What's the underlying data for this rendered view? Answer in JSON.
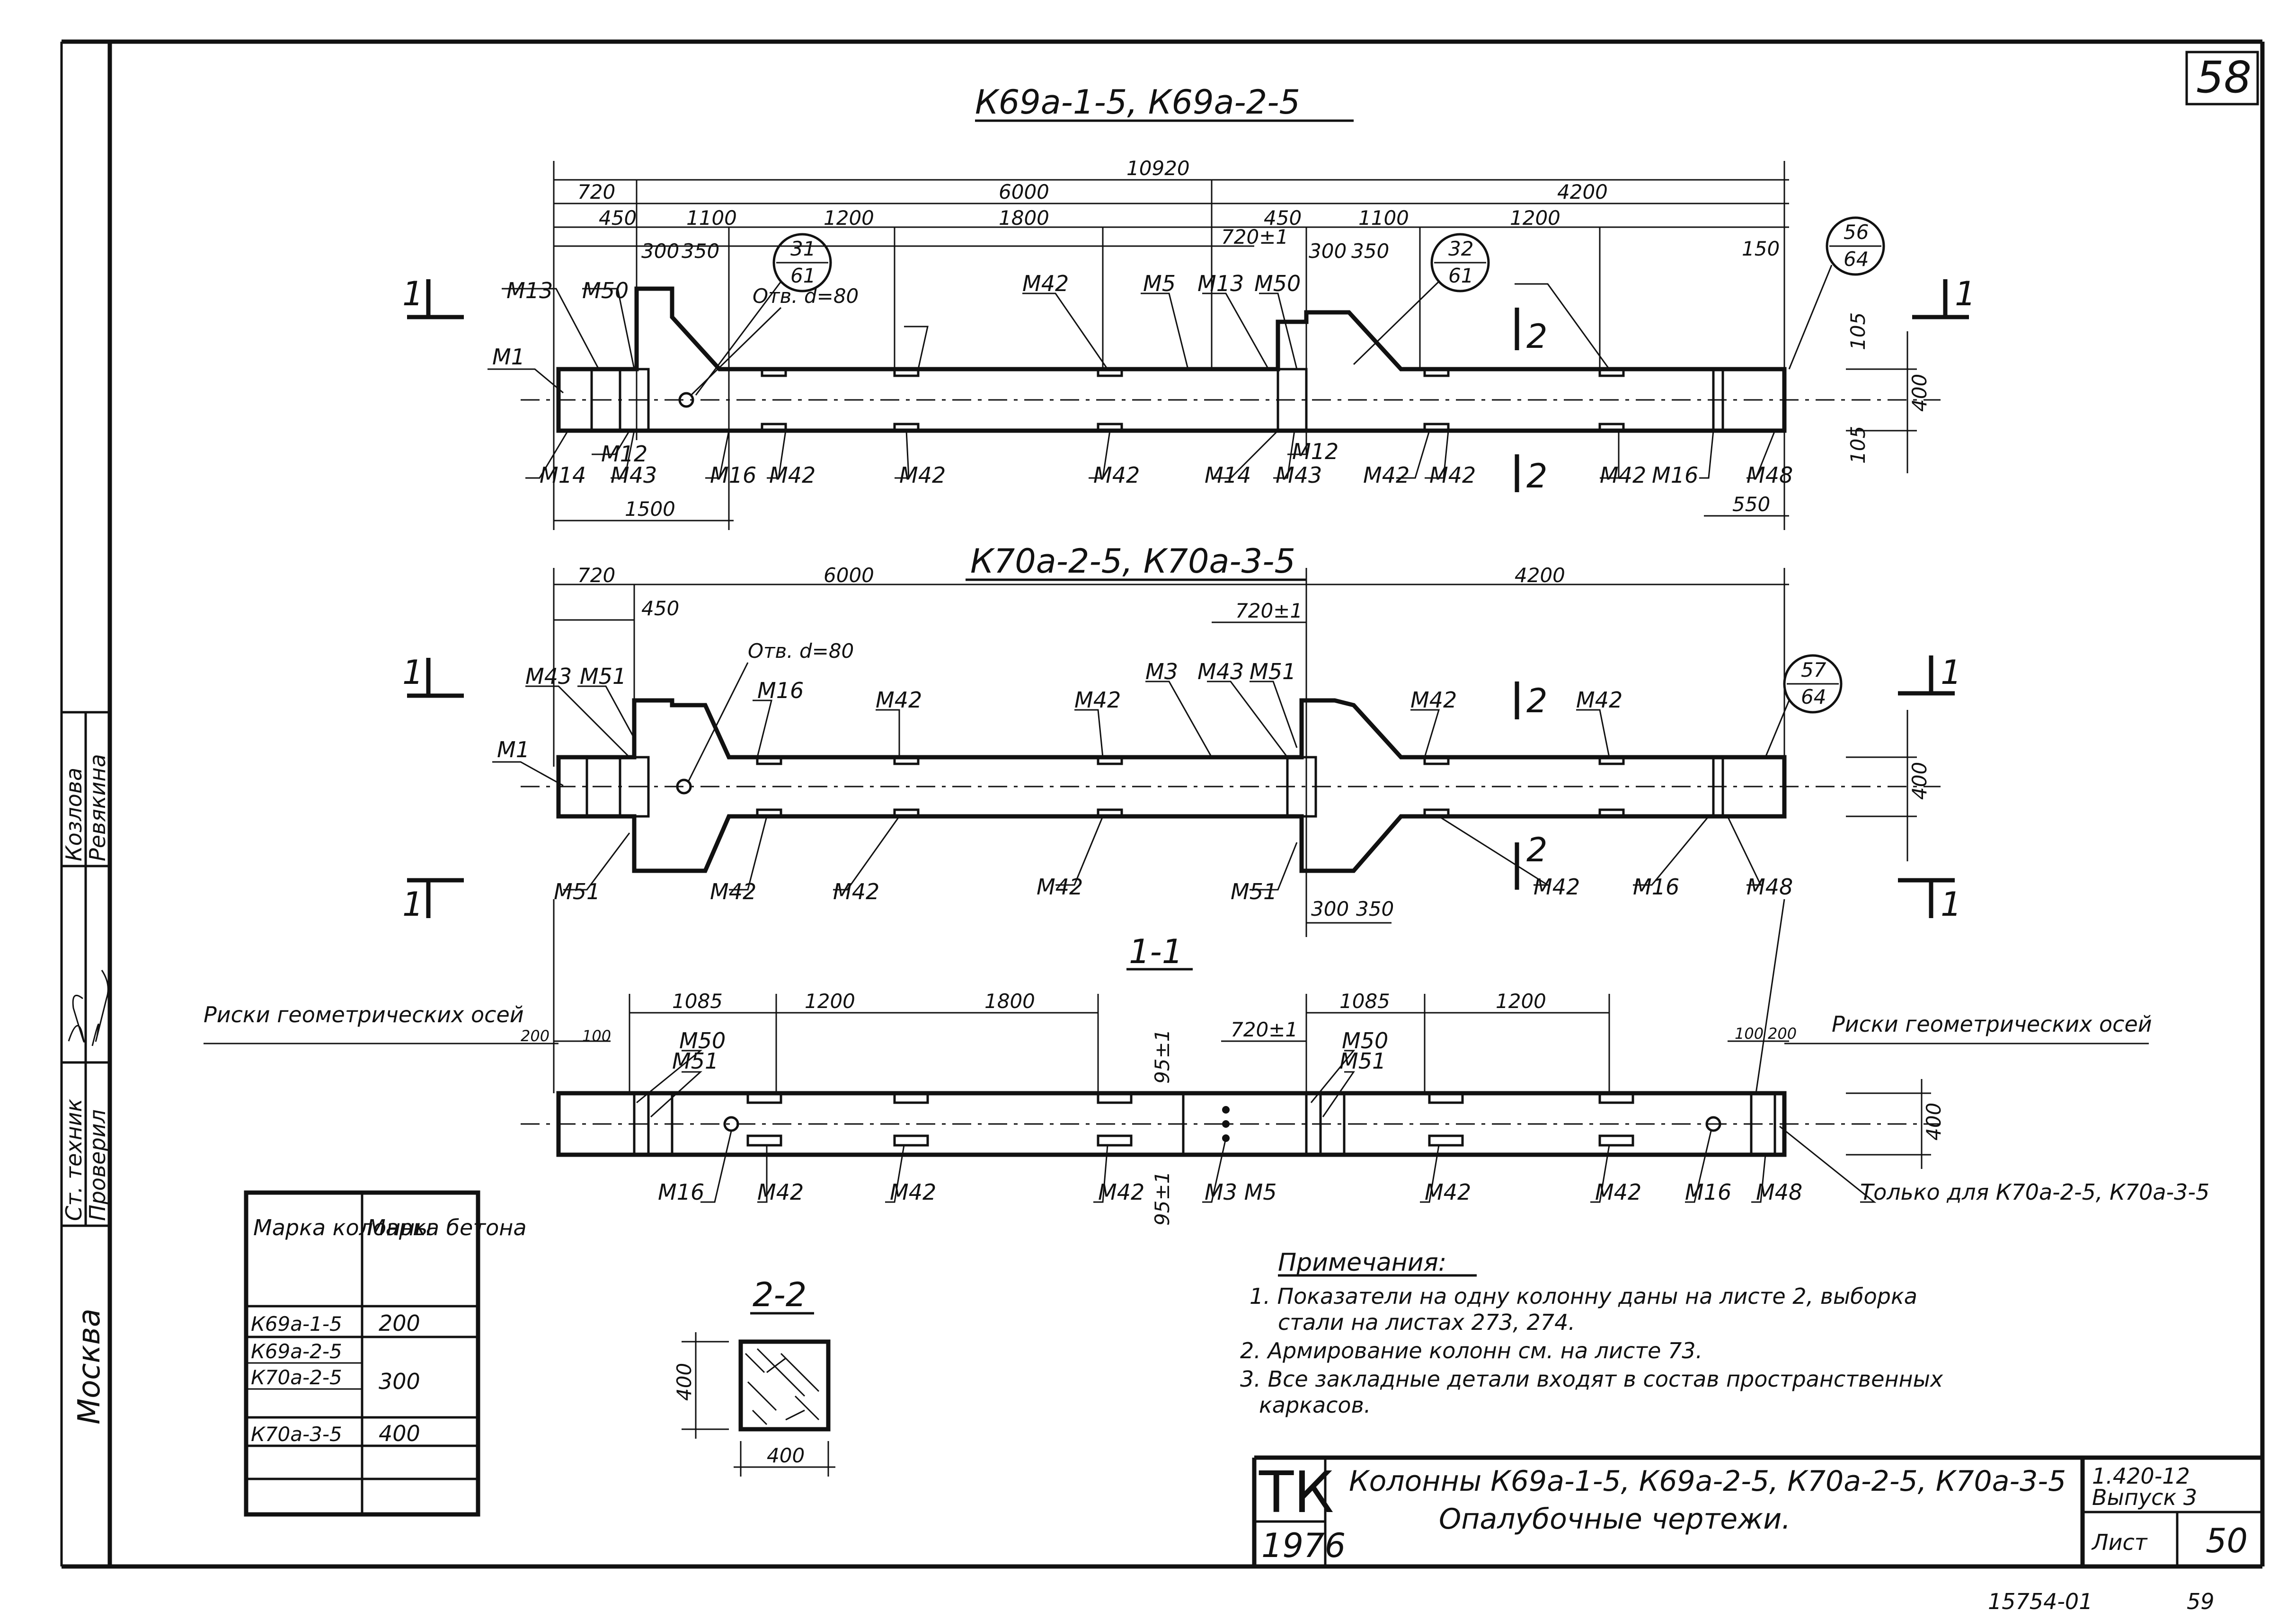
{
  "sheet": {
    "page_number": "58",
    "sheet_no": "50",
    "sheet_label": "Лист",
    "doc_code": "1.420-12",
    "issue": "Выпуск 3",
    "year": "1976",
    "stamp": "ТК",
    "title_line1": "Колонны К69а-1-5, К69а-2-5, К70а-2-5, К70а-3-5",
    "title_line2": "Опалубочные чертежи.",
    "bottom_code": "15754-01",
    "bottom_page": "59",
    "city": "Москва"
  },
  "side_stamp": {
    "role1": "Ст. техник",
    "role2": "Проверил",
    "name1": "Козлова",
    "name2": "Ревякина"
  },
  "drawings": {
    "title_a": "К69а-1-5, К69а-2-5",
    "title_b": "К70а-2-5, К70а-3-5",
    "title_c": "1-1",
    "title_d": "2-2",
    "hole_a": "Отв. d=80",
    "hole_b": "Отв. d=80",
    "axes_left": "Риски геометрических осей",
    "axes_right": "Риски геометрических осей",
    "only_for": "Только для К70а-2-5, К70а-3-5"
  },
  "dims_a": {
    "total": "10920",
    "d720": "720",
    "d6000": "6000",
    "d4200": "4200",
    "d450": "450",
    "d1100": "1100",
    "d1200": "1200",
    "d1800": "1800",
    "d450b": "450",
    "d720tol": "720±1",
    "d1100b": "1100",
    "d1200b": "1200",
    "d150": "150",
    "d1500": "1500",
    "d550": "550",
    "d300": "300",
    "d350": "350",
    "d300b": "300",
    "d350b": "350",
    "d400": "400",
    "d105a": "105",
    "d105b": "105"
  },
  "dims_b": {
    "d720": "720",
    "d6000": "6000",
    "d4200": "4200",
    "d450": "450",
    "d720tol": "720±1",
    "d300": "300",
    "d350": "350",
    "d400": "400"
  },
  "dims_c": {
    "d1085": "1085",
    "d1200": "1200",
    "d1800": "1800",
    "d720tol": "720±1",
    "d1085b": "1085",
    "d1200b": "1200",
    "d200": "200",
    "d100": "100",
    "d100b": "100",
    "d200b": "200",
    "d400": "400",
    "d95a": "95±1",
    "d95b": "95±1"
  },
  "marks_a": [
    "М13",
    "М50",
    "М1",
    "М14",
    "М43",
    "М12",
    "М16",
    "М42",
    "М42",
    "М42",
    "М42",
    "М5",
    "М13",
    "М50",
    "М14",
    "М43",
    "М12",
    "М42",
    "М42",
    "М42",
    "М16",
    "М48"
  ],
  "marks_b": [
    "М43",
    "М51",
    "М1",
    "М16",
    "М42",
    "М42",
    "М3",
    "М43",
    "М51",
    "М42",
    "М42",
    "М51",
    "М42",
    "М42",
    "М42",
    "М51",
    "М42",
    "М16",
    "М48"
  ],
  "marks_c": [
    "М50",
    "М51",
    "М50",
    "М51",
    "М16",
    "М42",
    "М42",
    "М42",
    "М3 М5",
    "М42",
    "М42",
    "М16",
    "М48"
  ],
  "circles": [
    {
      "top": "31",
      "bottom": "61"
    },
    {
      "top": "32",
      "bottom": "61"
    },
    {
      "top": "56",
      "bottom": "64"
    },
    {
      "top": "57",
      "bottom": "64"
    }
  ],
  "section_marks": {
    "s1": "1",
    "s2": "2"
  },
  "table": {
    "header_col1": "Марка колонны",
    "header_col2": "Марка бетона",
    "rows": [
      {
        "col": "К69а-1-5",
        "concrete": "200"
      },
      {
        "col": "К69а-2-5",
        "concrete": "300"
      },
      {
        "col": "К70а-2-5",
        "concrete": ""
      },
      {
        "col": "К70а-3-5",
        "concrete": "400"
      }
    ]
  },
  "section22": {
    "w": "400",
    "h": "400"
  },
  "notes": {
    "heading": "Примечания:",
    "n1a": "1. Показатели на одну колонну даны на листе 2, выборка",
    "n1b": "стали на листах 273, 274.",
    "n2": "2. Армирование колонн см. на листе 73.",
    "n3a": "3. Все закладные детали входят в состав пространственных",
    "n3b": "каркасов."
  }
}
